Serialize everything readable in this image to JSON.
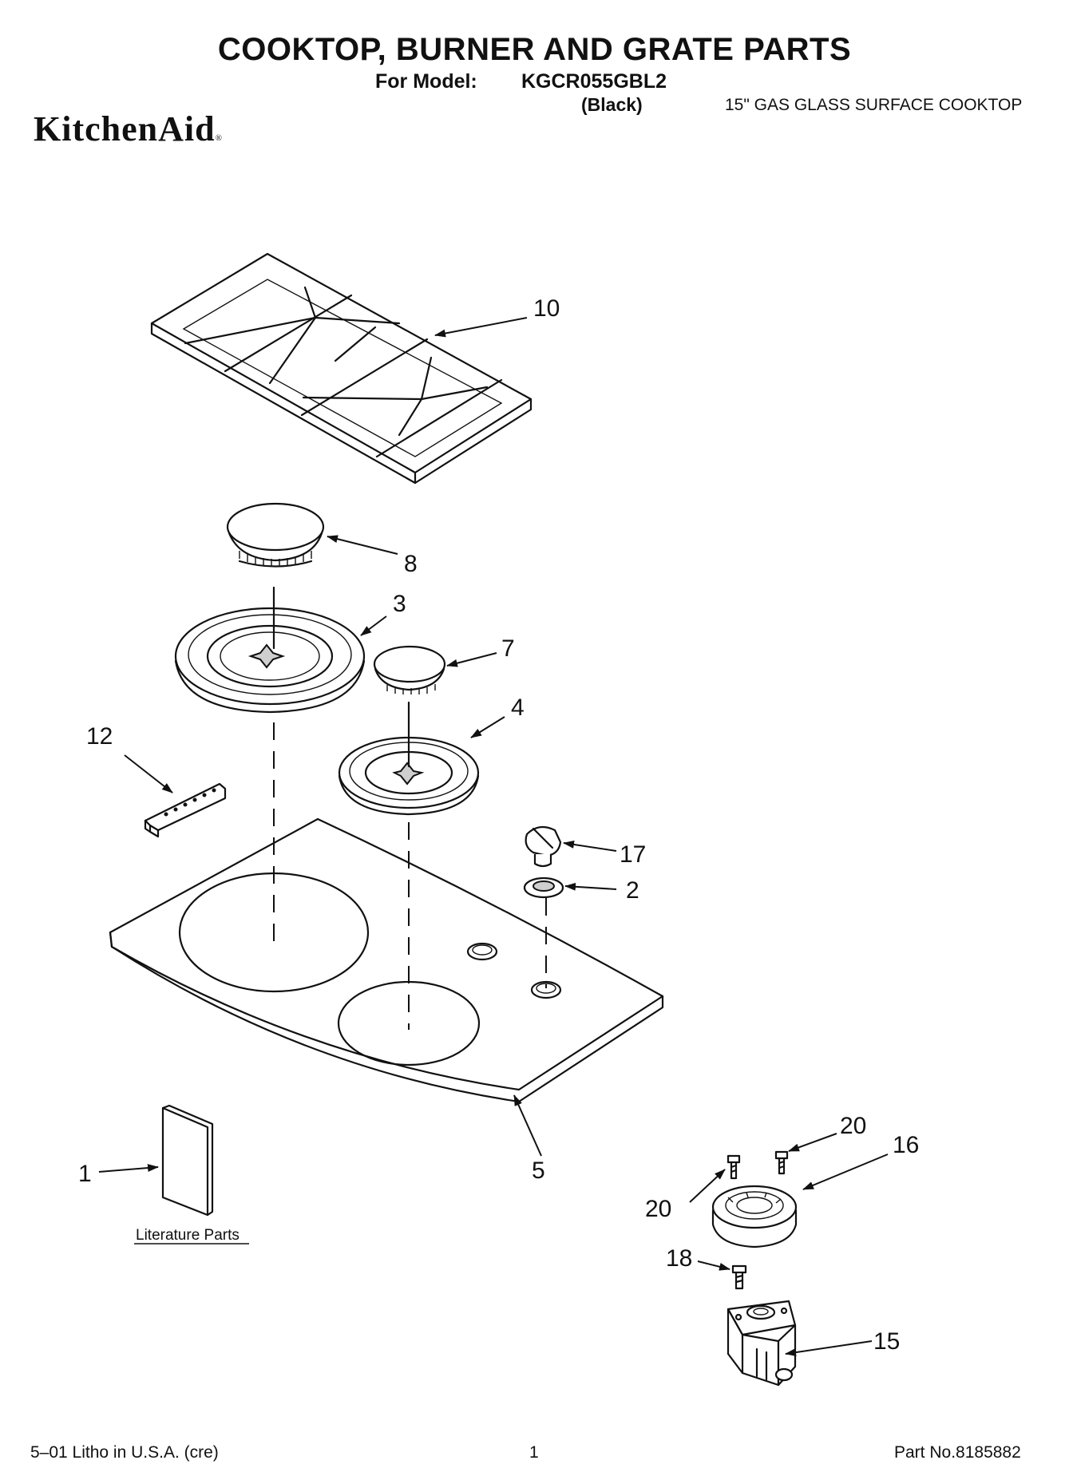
{
  "header": {
    "title": "COOKTOP, BURNER AND GRATE PARTS",
    "model_label": "For Model:",
    "model_number": "KGCR055GBL2",
    "color_note": "(Black)",
    "product_description": "15\" GAS GLASS SURFACE COOKTOP",
    "brand": "KitchenAid",
    "brand_mark": "®"
  },
  "callouts": {
    "c10": "10",
    "c8": "8",
    "c3": "3",
    "c7": "7",
    "c4": "4",
    "c12": "12",
    "c17": "17",
    "c2": "2",
    "c1": "1",
    "c5": "5",
    "c20a": "20",
    "c16": "16",
    "c20b": "20",
    "c18": "18",
    "c15": "15"
  },
  "literature_label": "Literature Parts",
  "footer": {
    "litho": "5–01 Litho in U.S.A. (cre)",
    "page_number": "1",
    "part_number": "Part No.8185882"
  }
}
